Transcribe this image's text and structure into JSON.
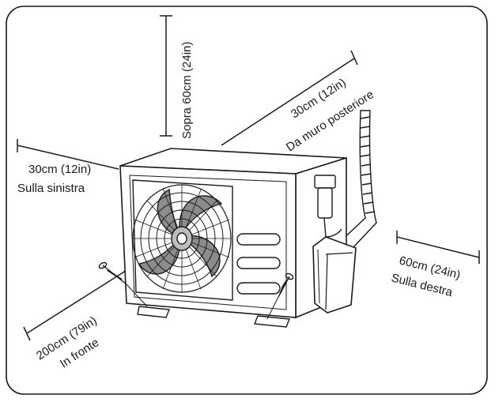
{
  "labels": {
    "top": "Sopra 60cm (24in)",
    "rear_line1": "30cm (12in)",
    "rear_line2": "Da muro posteriore",
    "left_line1": "30cm (12in)",
    "left_line2": "Sulla sinistra",
    "right_line1": "60cm (24in)",
    "right_line2": "Sulla destra",
    "front_line1": "200cm (79in)",
    "front_line2": "In fronte"
  },
  "colors": {
    "line": "#1a1a1a",
    "fan_blade": "#8c8c8c",
    "fan_hub": "#bdbdbd",
    "unit_fill": "#ffffff"
  }
}
